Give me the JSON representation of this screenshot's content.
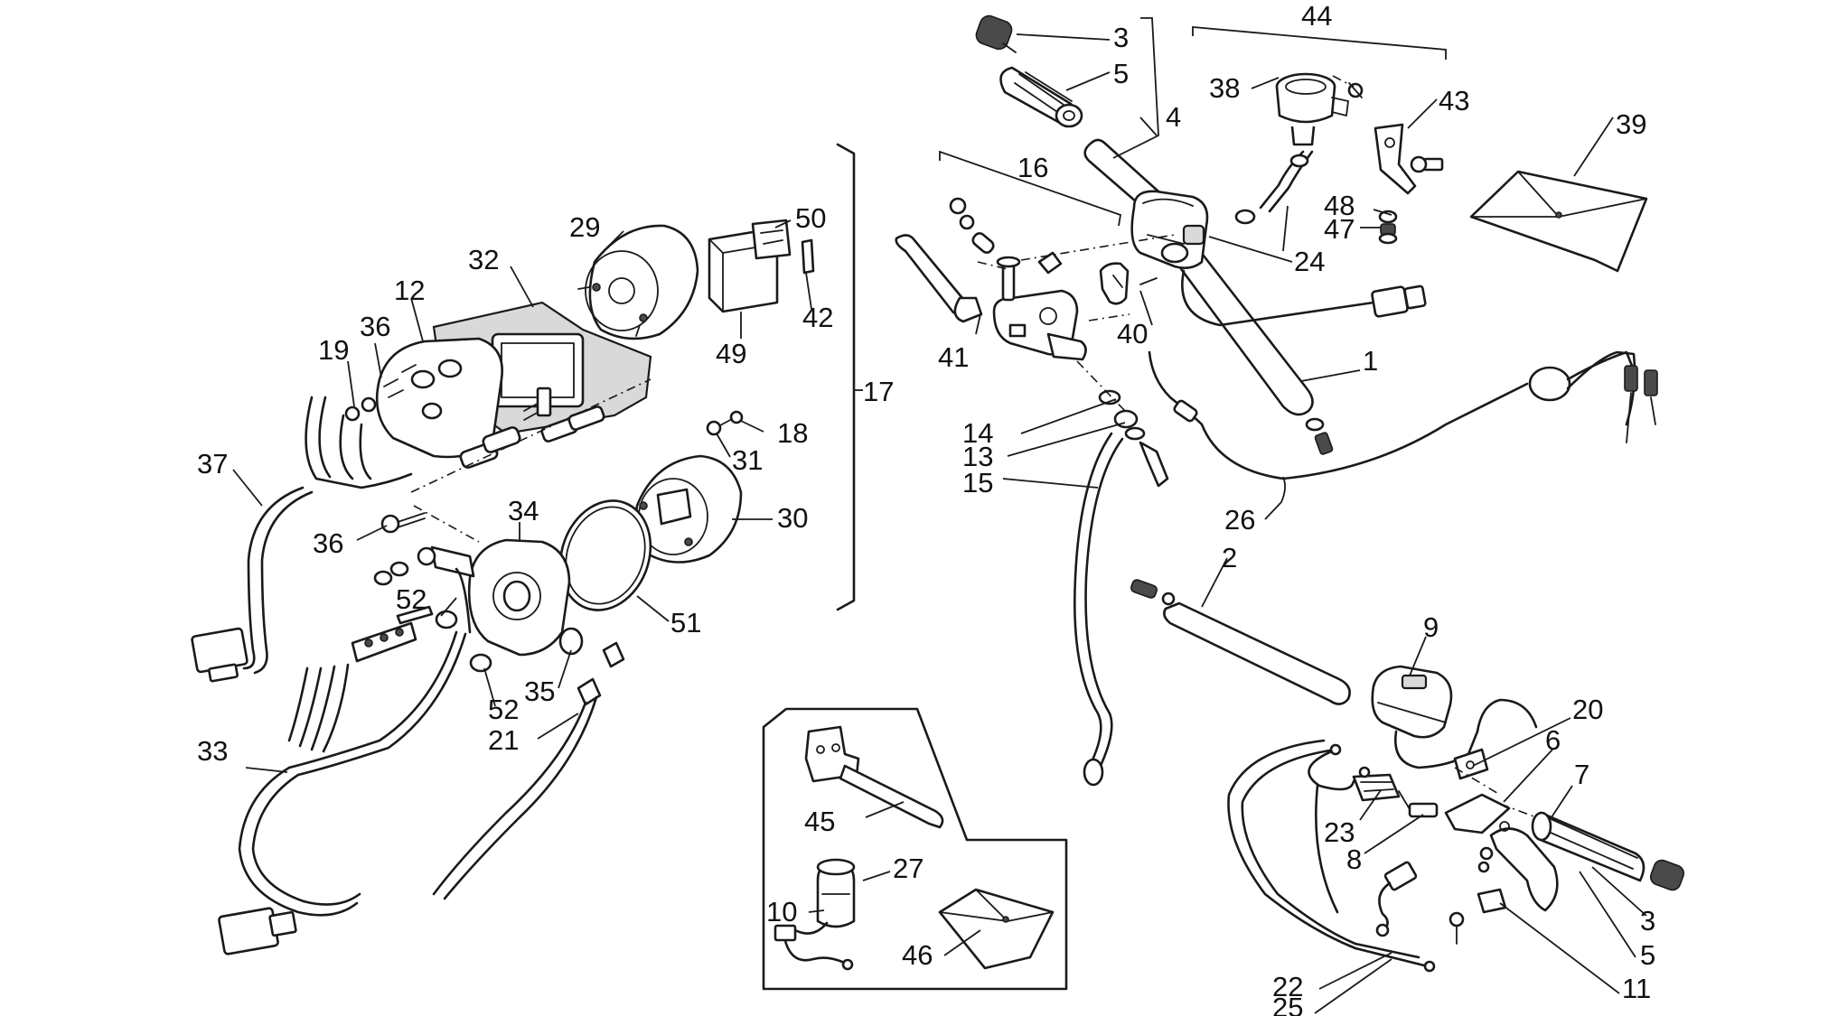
{
  "diagram": {
    "type": "exploded-parts-diagram",
    "subject": "handlebar controls, instrument cluster and wiring",
    "callouts": [
      {
        "id": "c3a",
        "label": "3"
      },
      {
        "id": "c5a",
        "label": "5"
      },
      {
        "id": "c4",
        "label": "4"
      },
      {
        "id": "c44",
        "label": "44"
      },
      {
        "id": "c38",
        "label": "38"
      },
      {
        "id": "c43",
        "label": "43"
      },
      {
        "id": "c39",
        "label": "39"
      },
      {
        "id": "c16",
        "label": "16"
      },
      {
        "id": "c24",
        "label": "24"
      },
      {
        "id": "c48",
        "label": "48"
      },
      {
        "id": "c47",
        "label": "47"
      },
      {
        "id": "c41",
        "label": "41"
      },
      {
        "id": "c40",
        "label": "40"
      },
      {
        "id": "c1",
        "label": "1"
      },
      {
        "id": "c14",
        "label": "14"
      },
      {
        "id": "c13",
        "label": "13"
      },
      {
        "id": "c15",
        "label": "15"
      },
      {
        "id": "c26",
        "label": "26"
      },
      {
        "id": "c2",
        "label": "2"
      },
      {
        "id": "c9",
        "label": "9"
      },
      {
        "id": "c20",
        "label": "20"
      },
      {
        "id": "c6",
        "label": "6"
      },
      {
        "id": "c7",
        "label": "7"
      },
      {
        "id": "c23",
        "label": "23"
      },
      {
        "id": "c8",
        "label": "8"
      },
      {
        "id": "c3b",
        "label": "3"
      },
      {
        "id": "c5b",
        "label": "5"
      },
      {
        "id": "c11",
        "label": "11"
      },
      {
        "id": "c22",
        "label": "22"
      },
      {
        "id": "c25",
        "label": "25"
      },
      {
        "id": "c29",
        "label": "29"
      },
      {
        "id": "c50",
        "label": "50"
      },
      {
        "id": "c32",
        "label": "32"
      },
      {
        "id": "c12",
        "label": "12"
      },
      {
        "id": "c19",
        "label": "19"
      },
      {
        "id": "c36a",
        "label": "36"
      },
      {
        "id": "c49",
        "label": "49"
      },
      {
        "id": "c42",
        "label": "42"
      },
      {
        "id": "c17",
        "label": "17"
      },
      {
        "id": "c37",
        "label": "37"
      },
      {
        "id": "c18",
        "label": "18"
      },
      {
        "id": "c31",
        "label": "31"
      },
      {
        "id": "c30",
        "label": "30"
      },
      {
        "id": "c36b",
        "label": "36"
      },
      {
        "id": "c34",
        "label": "34"
      },
      {
        "id": "c52a",
        "label": "52"
      },
      {
        "id": "c51",
        "label": "51"
      },
      {
        "id": "c35",
        "label": "35"
      },
      {
        "id": "c52b",
        "label": "52"
      },
      {
        "id": "c21",
        "label": "21"
      },
      {
        "id": "c33",
        "label": "33"
      },
      {
        "id": "c45",
        "label": "45"
      },
      {
        "id": "c27",
        "label": "27"
      },
      {
        "id": "c10",
        "label": "10"
      },
      {
        "id": "c46",
        "label": "46"
      }
    ]
  },
  "colors": {
    "ink": "#1a1a1a",
    "background": "#ffffff",
    "shade": "#d9d9d9"
  }
}
